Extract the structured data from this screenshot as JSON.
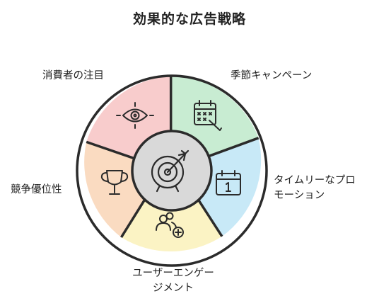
{
  "title": "効果的な広告戦略",
  "center": {
    "icon": "target-arrow-icon"
  },
  "segments": [
    {
      "label": "季節キャンペーン",
      "icon": "calendar-icon",
      "color": "#c8ecd2"
    },
    {
      "label_lines": [
        "タイムリーなプロ",
        "モーション"
      ],
      "icon": "calendar-one-icon",
      "color": "#c8e9f7"
    },
    {
      "label_lines": [
        "ユーザーエンゲー",
        "ジメント"
      ],
      "icon": "user-add-icon",
      "color": "#fbf3c4"
    },
    {
      "label": "競争優位性",
      "icon": "trophy-icon",
      "color": "#fadbc1"
    },
    {
      "label": "消費者の注目",
      "icon": "eye-target-icon",
      "color": "#f8cccc"
    }
  ],
  "colors": {
    "stroke": "#2b2b2b",
    "hub": "#d9d9d9",
    "background": "#ffffff"
  }
}
